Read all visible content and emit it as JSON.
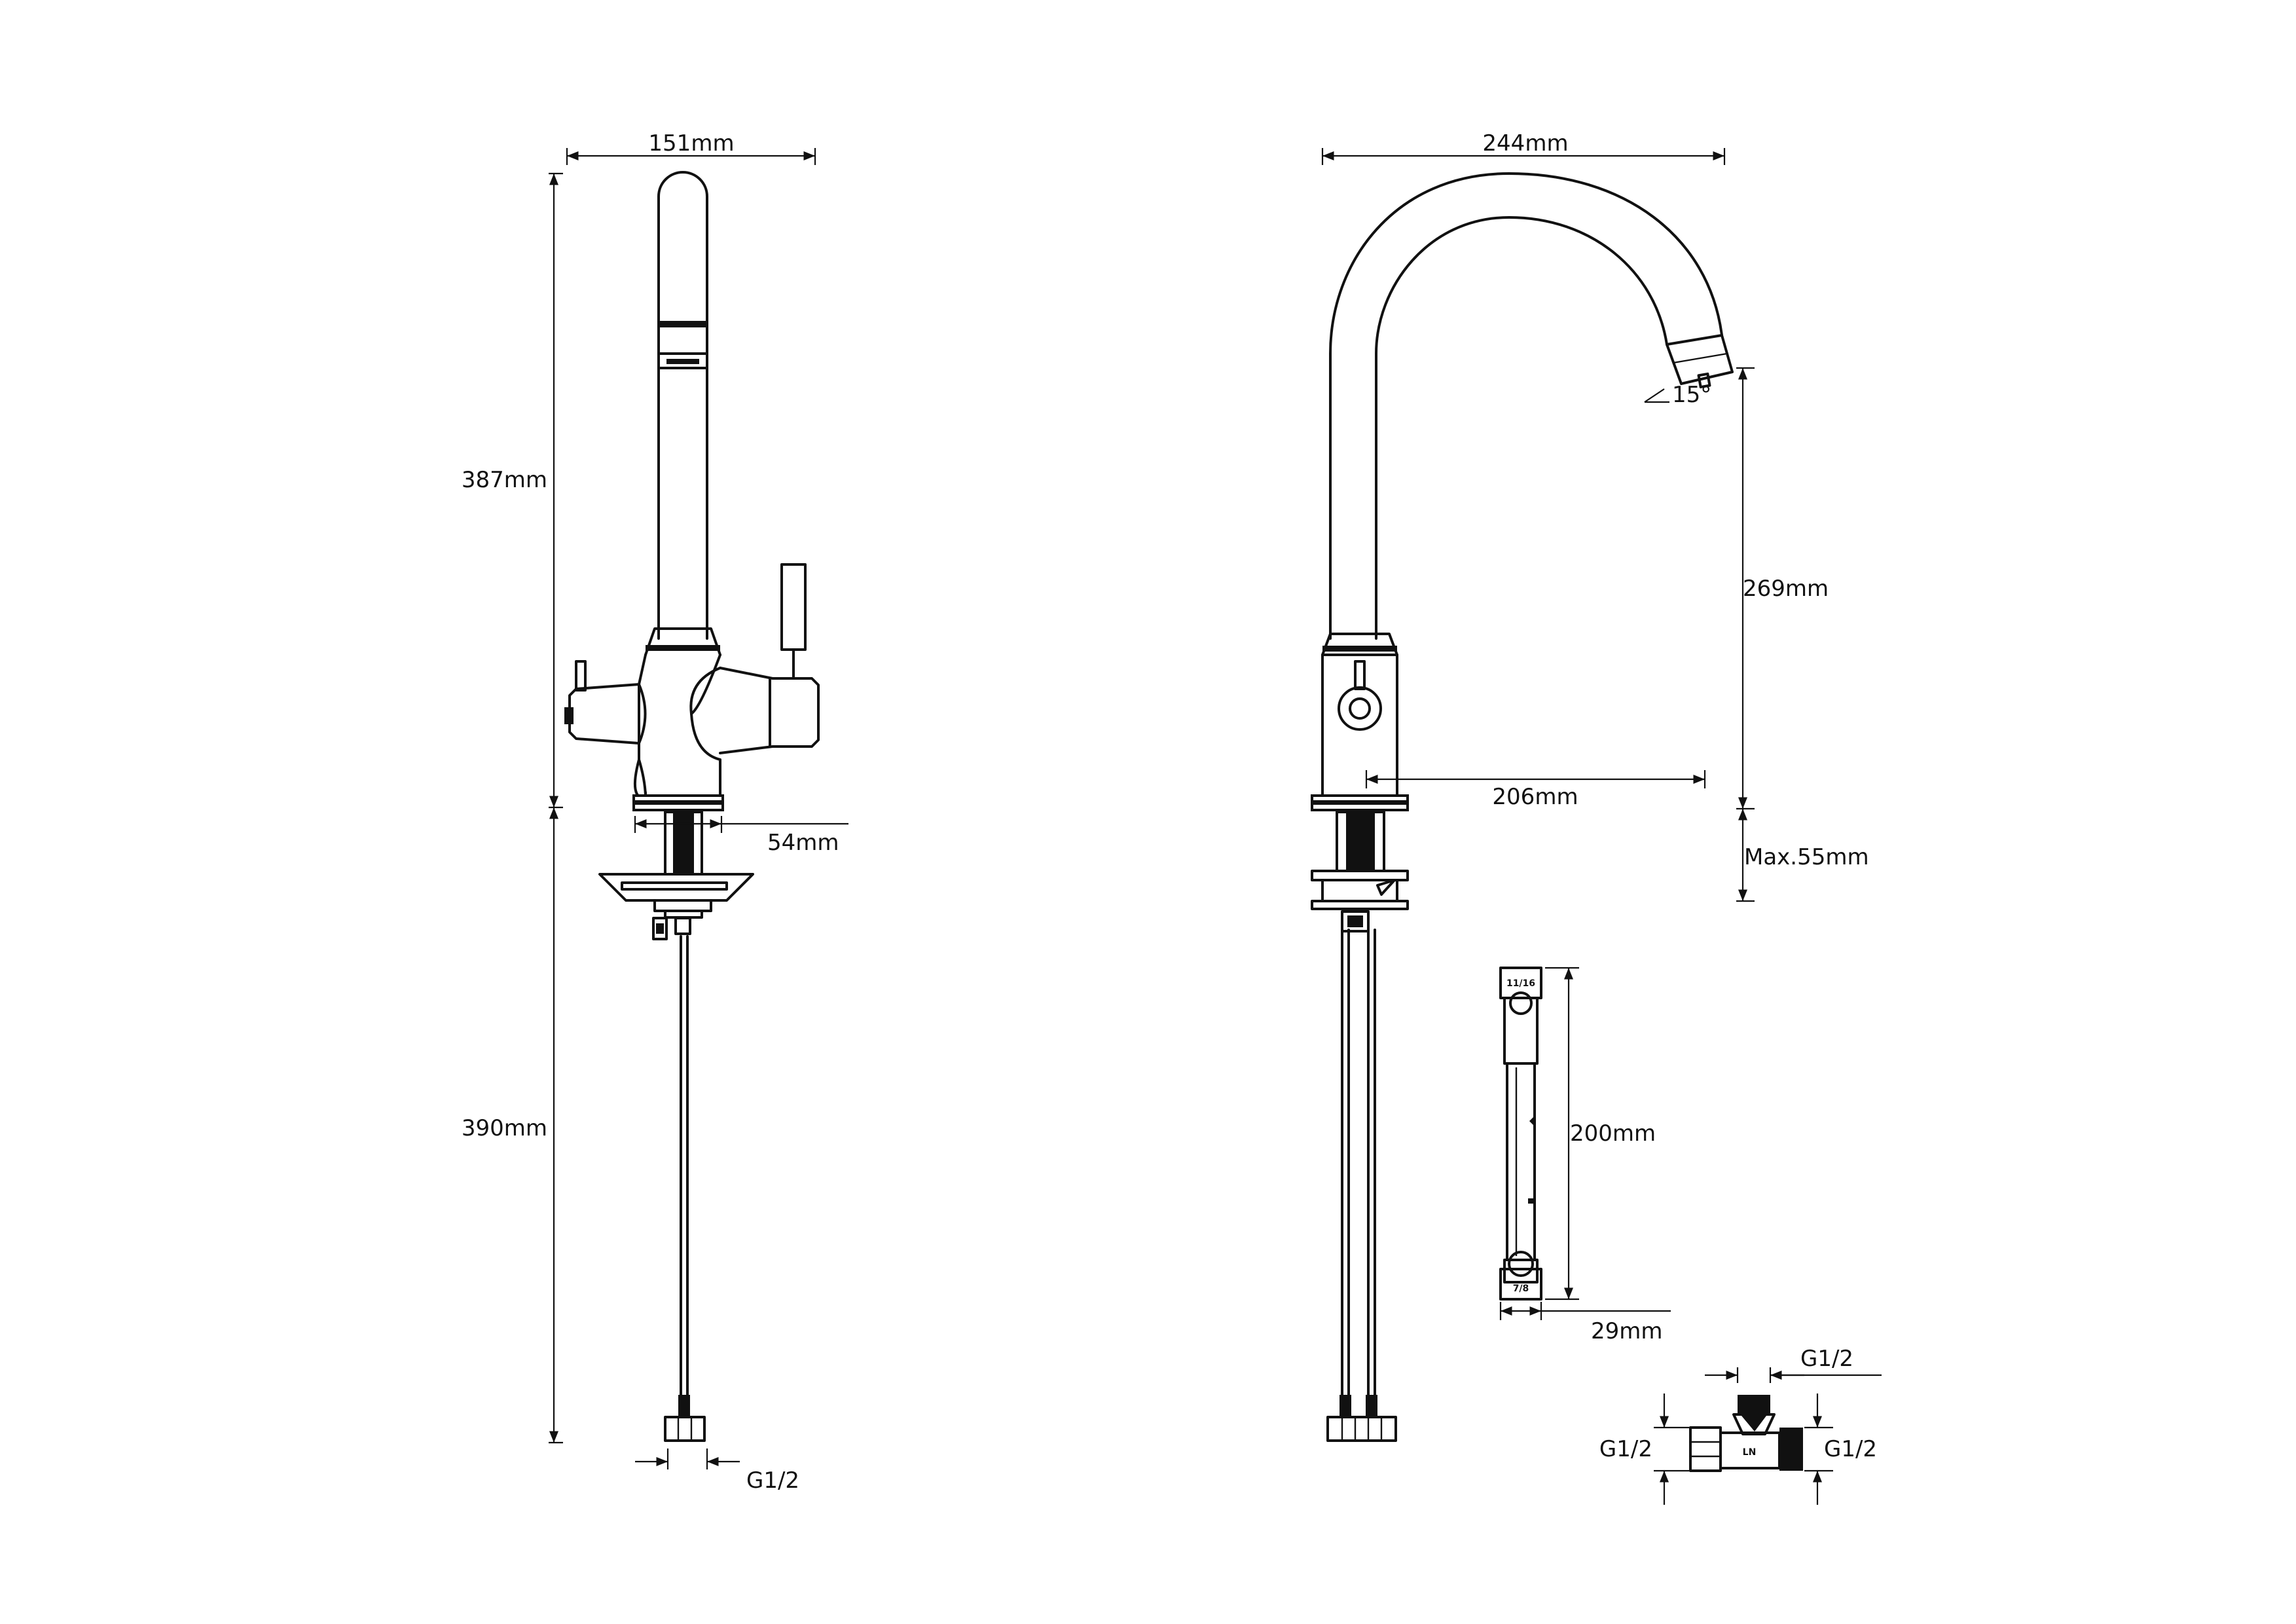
{
  "dimensions": {
    "width_151": "151mm",
    "height_387": "387mm",
    "height_390": "390mm",
    "base_54": "54mm",
    "thread_left": "G1/2",
    "width_244": "244mm",
    "angle_15": "15°",
    "height_269": "269mm",
    "reach_206": "206mm",
    "max_55": "Max.55mm",
    "wrench_200": "200mm",
    "wrench_29": "29mm",
    "valve_top": "G1/2",
    "valve_left": "G1/2",
    "valve_right": "G1/2"
  },
  "wrench_marks": {
    "top": "11/16",
    "bottom": "7/8"
  },
  "colors": {
    "line": "#111111",
    "background": "#ffffff"
  }
}
